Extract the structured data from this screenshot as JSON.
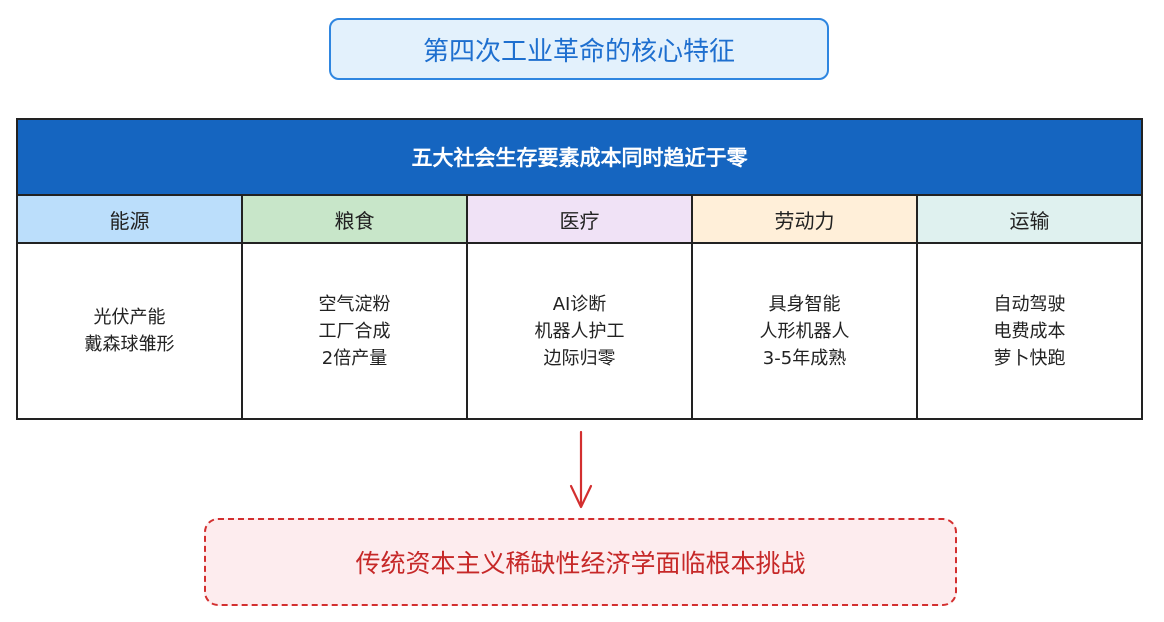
{
  "title": "第四次工业革命的核心特征",
  "header": "五大社会生存要素成本同时趋近于零",
  "columns": [
    {
      "name": "能源",
      "color": "#bbdefb",
      "lines": [
        "光伏产能",
        "戴森球雏形"
      ]
    },
    {
      "name": "粮食",
      "color": "#c8e6c9",
      "lines": [
        "空气淀粉",
        "工厂合成",
        "2倍产量"
      ]
    },
    {
      "name": "医疗",
      "color": "#f0e2f6",
      "lines": [
        "AI诊断",
        "机器人护工",
        "边际归零"
      ]
    },
    {
      "name": "劳动力",
      "color": "#ffefd9",
      "lines": [
        "具身智能",
        "人形机器人",
        "3-5年成熟"
      ]
    },
    {
      "name": "运输",
      "color": "#dff1ef",
      "lines": [
        "自动驾驶",
        "电费成本",
        "萝卜快跑"
      ]
    }
  ],
  "conclusion": "传统资本主义稀缺性经济学面临根本挑战",
  "colors": {
    "title_border": "#2f86e0",
    "title_bg": "#e3f1fc",
    "header_bg": "#1565c0",
    "conclusion_border": "#d32f2f",
    "conclusion_bg": "#fdecee",
    "arrow": "#d32f2f"
  }
}
